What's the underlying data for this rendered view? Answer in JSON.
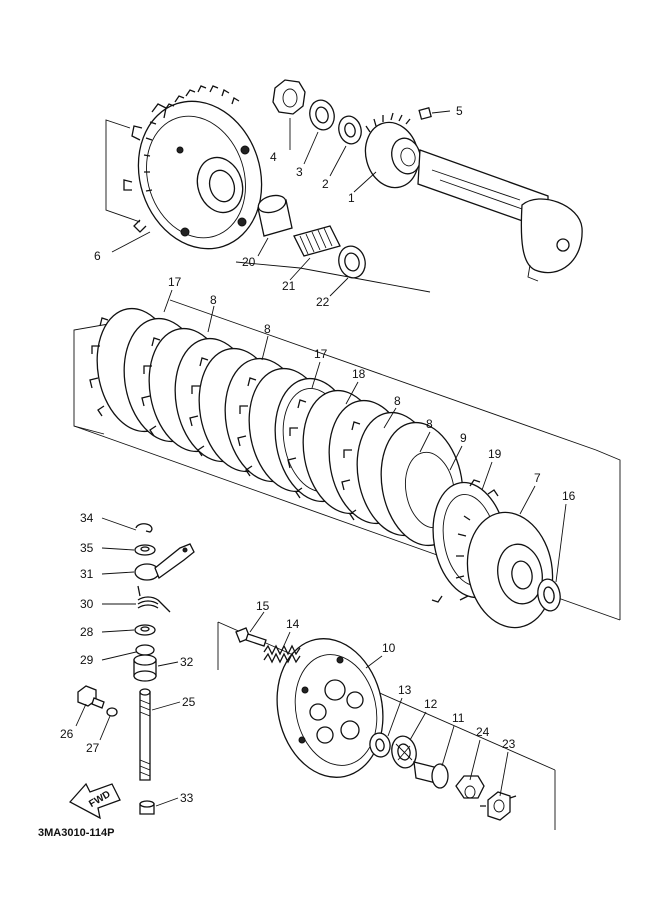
{
  "diagram_code": "3MA3010-114P",
  "fwd_label": "FWD",
  "callouts": [
    "1",
    "2",
    "3",
    "4",
    "5",
    "6",
    "7",
    "8",
    "9",
    "10",
    "11",
    "12",
    "13",
    "14",
    "15",
    "16",
    "17",
    "18",
    "19",
    "20",
    "21",
    "22",
    "23",
    "24",
    "25",
    "26",
    "27",
    "28",
    "29",
    "30",
    "31",
    "32",
    "33",
    "34",
    "35"
  ]
}
